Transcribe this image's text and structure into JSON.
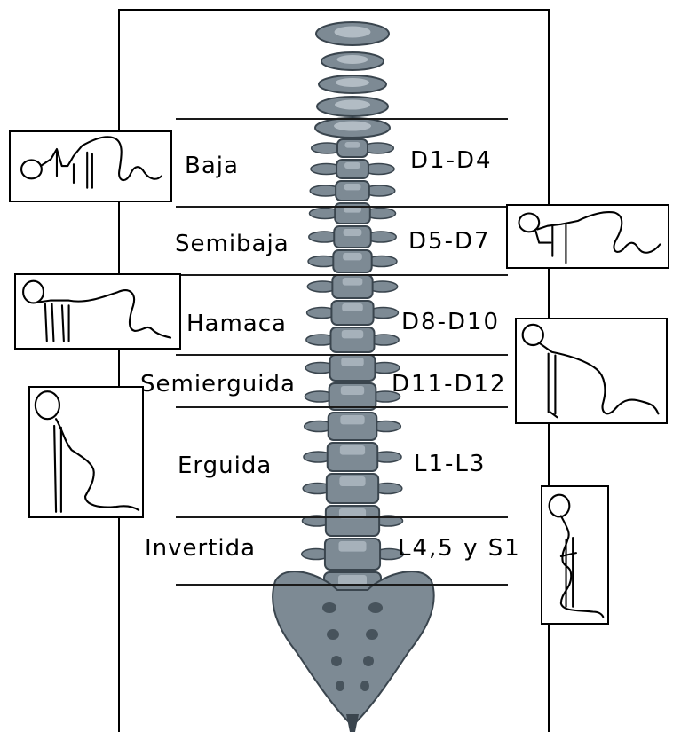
{
  "zones": [
    {
      "name": "Baja",
      "levels": "D1-D4",
      "posture_icon": "posture-low-icon"
    },
    {
      "name": "Semibaja",
      "levels": "D5-D7",
      "posture_icon": "posture-semilow-icon"
    },
    {
      "name": "Hamaca",
      "levels": "D8-D10",
      "posture_icon": "posture-hammock-icon"
    },
    {
      "name": "Semierguida",
      "levels": "D11-D12",
      "posture_icon": "posture-semiupright-icon"
    },
    {
      "name": "Erguida",
      "levels": "L1-L3",
      "posture_icon": "posture-upright-icon"
    },
    {
      "name": "Invertida",
      "levels": "L4,5 y S1",
      "posture_icon": "posture-inverted-icon"
    }
  ],
  "colors": {
    "bone": "#7d8a94",
    "bone_dark": "#3a454e",
    "bone_light": "#c9d2d8",
    "line": "#000000"
  }
}
